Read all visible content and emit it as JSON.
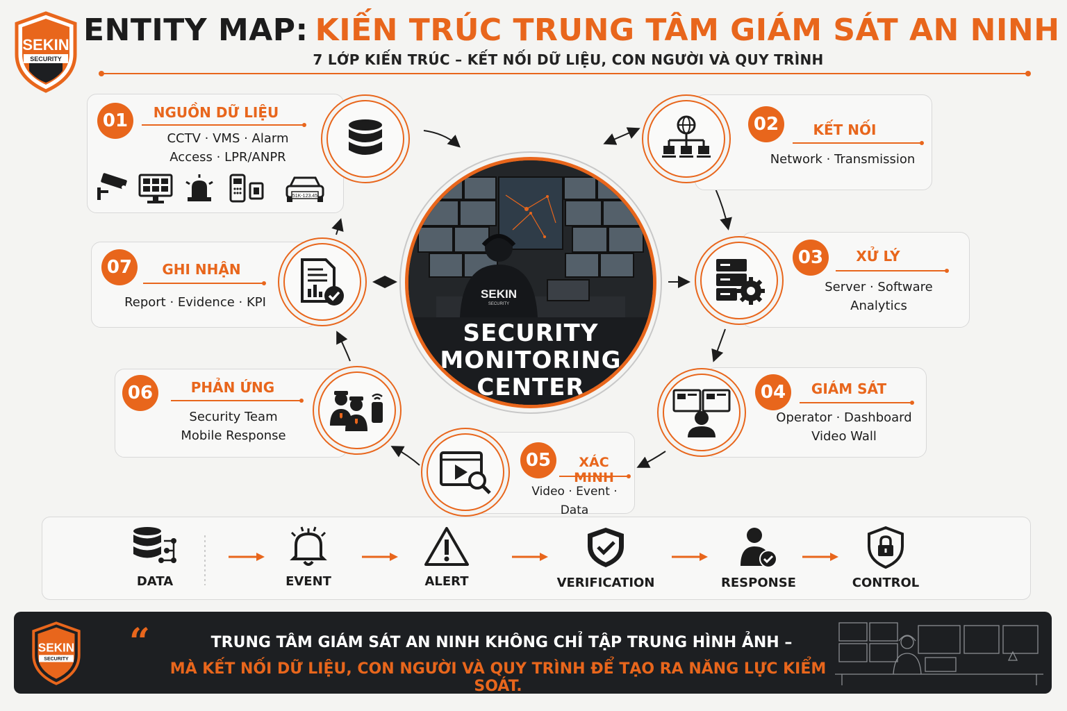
{
  "brand": {
    "name": "SEKIN",
    "tagline": "SECURITY"
  },
  "header": {
    "title_part1": "ENTITY MAP:",
    "title_part2": "KIẾN TRÚC TRUNG TÂM GIÁM SÁT AN NINH",
    "subtitle": "7 LỚP KIẾN TRÚC – KẾT NỐI DỮ LIỆU, CON NGƯỜI VÀ QUY TRÌNH"
  },
  "center": {
    "line1": "SECURITY",
    "line2": "MONITORING",
    "line3": "CENTER",
    "operator_badge": "SEKIN",
    "operator_badge_sub": "SECURITY"
  },
  "layers": [
    {
      "num": "01",
      "title": "NGUỒN DỮ LIỆU",
      "desc1": "CCTV · VMS · Alarm",
      "desc2": "Access · LPR/ANPR",
      "icon": "database-icon",
      "plate": "51K-123.45"
    },
    {
      "num": "02",
      "title": "KẾT NỐI",
      "desc1": "Network · Transmission",
      "desc2": "",
      "icon": "network-icon"
    },
    {
      "num": "03",
      "title": "XỬ LÝ",
      "desc1": "Server · Software",
      "desc2": "Analytics",
      "icon": "server-gear-icon"
    },
    {
      "num": "04",
      "title": "GIÁM SÁT",
      "desc1": "Operator · Dashboard",
      "desc2": "Video Wall",
      "icon": "operator-monitor-icon"
    },
    {
      "num": "05",
      "title": "XÁC MINH",
      "desc1": "Video · Event · Data",
      "desc2": "",
      "icon": "video-search-icon"
    },
    {
      "num": "06",
      "title": "PHẢN ỨNG",
      "desc1": "Security Team",
      "desc2": "Mobile Response",
      "icon": "security-team-icon"
    },
    {
      "num": "07",
      "title": "GHI NHẬN",
      "desc1": "Report · Evidence · KPI",
      "desc2": "",
      "icon": "report-check-icon"
    }
  ],
  "flow": [
    {
      "label": "DATA",
      "icon": "data-nodes-icon"
    },
    {
      "label": "EVENT",
      "icon": "bell-icon"
    },
    {
      "label": "ALERT",
      "icon": "warning-icon"
    },
    {
      "label": "VERIFICATION",
      "icon": "shield-check-icon"
    },
    {
      "label": "RESPONSE",
      "icon": "user-check-icon"
    },
    {
      "label": "CONTROL",
      "icon": "lock-shield-icon"
    }
  ],
  "footer": {
    "line1": "TRUNG TÂM GIÁM SÁT AN NINH KHÔNG CHỈ TẬP TRUNG HÌNH ẢNH –",
    "line2": "MÀ KẾT NỐI DỮ LIỆU, CON NGƯỜI VÀ QUY TRÌNH ĐỂ TẠO RA NĂNG LỰC KIỂM SOÁT."
  },
  "colors": {
    "accent": "#e8661c",
    "dark": "#1d1f22",
    "background": "#f4f4f2"
  }
}
